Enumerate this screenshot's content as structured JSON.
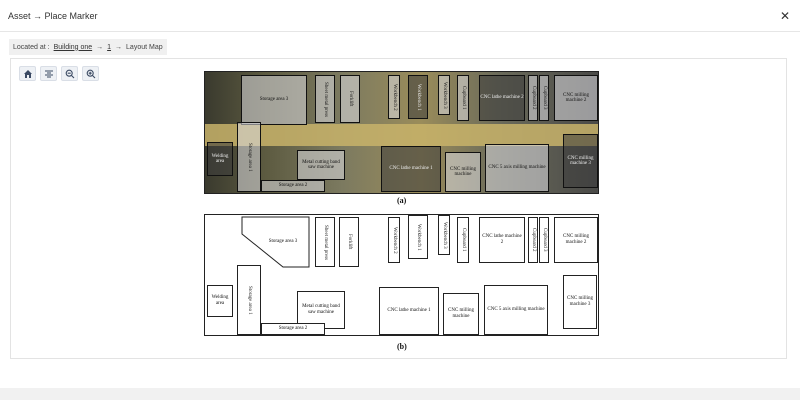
{
  "header": {
    "title": "Asset → Place Marker",
    "close_icon": "close-icon"
  },
  "breadcrumb": {
    "prefix": "Located at :",
    "building": "Building one",
    "arrow1": "→",
    "floor": "1",
    "arrow2": "→",
    "current": "Layout Map"
  },
  "toolbar": {
    "buttons": [
      {
        "name": "home-button",
        "icon": "home-icon"
      },
      {
        "name": "center-button",
        "icon": "align-center-icon"
      },
      {
        "name": "zoom-out-button",
        "icon": "zoom-out-icon"
      },
      {
        "name": "zoom-in-button",
        "icon": "zoom-in-icon"
      }
    ]
  },
  "figure": {
    "caption_a": "(a)",
    "caption_b": "(b)",
    "labels": {
      "storage_area_3": "Storage area 3",
      "sheet_metal_press": "Sheet metal press",
      "forklift": "Forklift",
      "workbench_2": "Workbench 2",
      "workbench_1": "Workbench 1",
      "workbench_3": "Workbench 3",
      "cupboard_1": "Cupboard 1",
      "cnc_lathe_2": "CNC lathe machine 2",
      "cupboard_2": "Cupboard 2",
      "cupboard_3": "Cupboard 3",
      "cnc_milling_2": "CNC milling machine 2",
      "welding_area": "Welding area",
      "storage_area_1": "Storage area 1",
      "metal_cutting": "Metal cutting band saw machine",
      "storage_area_2": "Storage area 2",
      "cnc_lathe_1": "CNC lathe machine 1",
      "cnc_milling": "CNC milling machine",
      "cnc_5axis": "CNC 5 axis milling machine",
      "cnc_milling_3": "CNC milling machine 3"
    }
  }
}
